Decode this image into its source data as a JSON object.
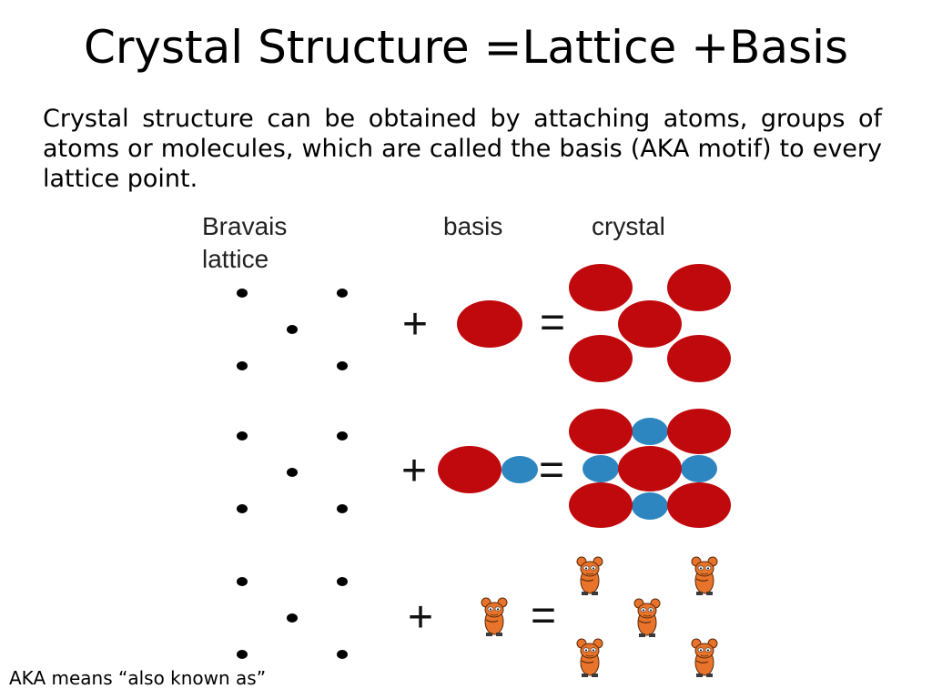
{
  "slide": {
    "title": "Crystal Structure =Lattice +Basis",
    "body": "Crystal structure can be obtained by attaching atoms, groups of atoms or molecules, which are called the basis (AKA motif) to every lattice point.",
    "footnote": "AKA means “also known as”"
  },
  "diagram": {
    "headers": {
      "lattice_line1": "Bravais",
      "lattice_line2": "lattice",
      "basis": "basis",
      "crystal": "crystal"
    },
    "plus": "+",
    "equals": "=",
    "colors": {
      "large_atom": "#c0090d",
      "small_atom": "#2e86c1",
      "lattice_point": "#000000",
      "mouse_fur": "#e8732a"
    },
    "rows": [
      {
        "basis": [
          "large-atom"
        ],
        "crystal": "red-atoms"
      },
      {
        "basis": [
          "large-atom",
          "small-atom"
        ],
        "crystal": "red-and-blue-atoms"
      },
      {
        "basis": [
          "mouse-icon"
        ],
        "crystal": "mouse-figures"
      }
    ]
  }
}
